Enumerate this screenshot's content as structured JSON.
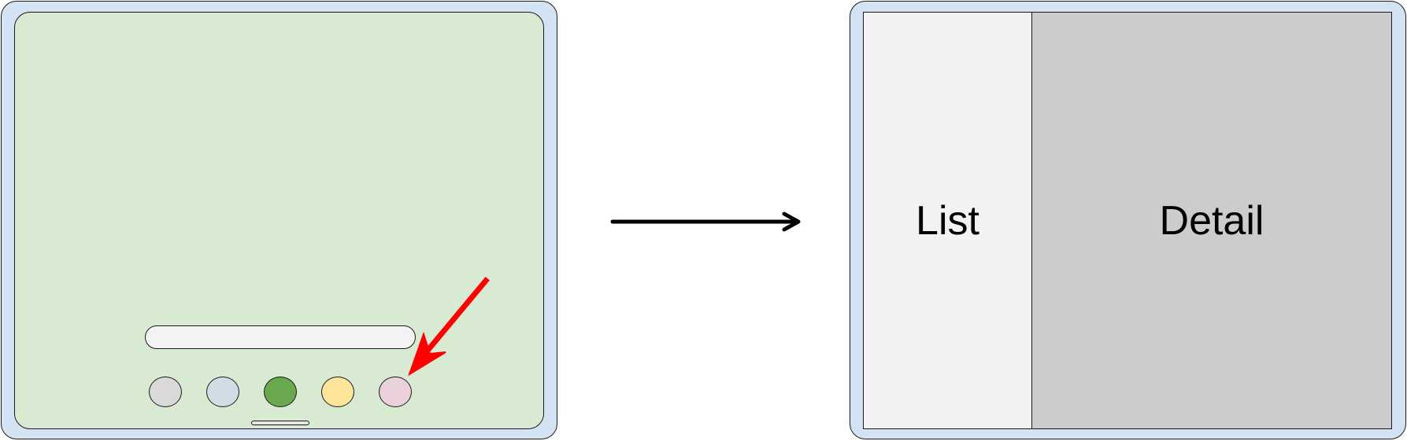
{
  "diagram": {
    "before": {
      "dock_icons": [
        {
          "name": "dock-icon-gray",
          "color": "#d9d9d9"
        },
        {
          "name": "dock-icon-blue",
          "color": "#d0dde5"
        },
        {
          "name": "dock-icon-green",
          "color": "#6aa84f"
        },
        {
          "name": "dock-icon-yellow",
          "color": "#ffe599"
        },
        {
          "name": "dock-icon-pink",
          "color": "#ead1dc"
        }
      ],
      "highlighted_icon": "dock-icon-pink",
      "pointer_color": "#ff0000"
    },
    "after": {
      "list_label": "List",
      "detail_label": "Detail"
    }
  }
}
